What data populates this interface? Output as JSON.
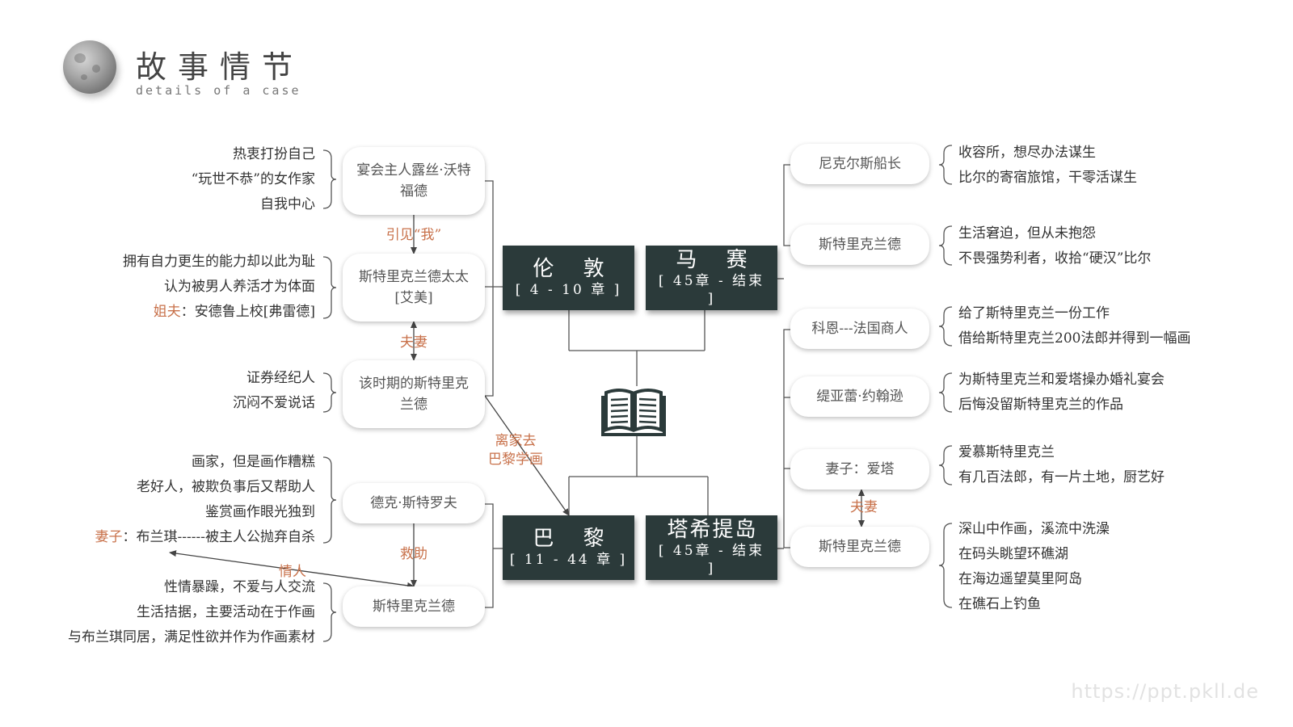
{
  "header": {
    "title": "故事情节",
    "subtitle": "details of a case"
  },
  "center": {
    "icon": "open-book-icon"
  },
  "locations": {
    "london": {
      "name": "伦 敦",
      "range": "[ 4 - 10 章 ]"
    },
    "paris": {
      "name": "巴 黎",
      "range": "[ 11 - 44 章 ]"
    },
    "marseille": {
      "name": "马 赛",
      "range": "[ 45章 - 结束 ]"
    },
    "tahiti": {
      "name": "塔希提岛",
      "range": "[ 45章 - 结束 ]"
    }
  },
  "left_nodes": {
    "rose": {
      "label": "宴会主人露丝·沃特福德",
      "desc": [
        "热衷打扮自己",
        "“玩世不恭”的女作家",
        "自我中心"
      ]
    },
    "mrs": {
      "label": "斯特里克兰德太太[艾美]",
      "desc": [
        "拥有自力更生的能力却以此为耻",
        "认为被男人养活才为体面"
      ],
      "desc_highlight": "姐夫",
      "desc_rest": "：安德鲁上校[弗雷德]"
    },
    "strickland_london": {
      "label": "该时期的斯特里克兰德",
      "desc": [
        "证券经纪人",
        "沉闷不爱说话"
      ]
    },
    "dirk": {
      "label": "德克·斯特罗夫",
      "desc": [
        "画家，但是画作糟糕",
        "老好人，被欺负事后又帮助人",
        "鉴赏画作眼光独到"
      ],
      "desc_highlight": "妻子",
      "desc_rest": "：布兰琪------被主人公抛弃自杀"
    },
    "strickland_paris": {
      "label": "斯特里克兰德",
      "desc": [
        "性情暴躁，不爱与人交流",
        "生活拮据，主要活动在于作画",
        "与布兰琪同居，满足性欲并作为作画素材"
      ]
    }
  },
  "right_nodes": {
    "nichols": {
      "label": "尼克尔斯船长",
      "desc": [
        "收容所，想尽办法谋生",
        "比尔的寄宿旅馆，干零活谋生"
      ]
    },
    "strickland_marseille": {
      "label": "斯特里克兰德",
      "desc": [
        "生活窘迫，但从未抱怨",
        "不畏强势利者，收拾“硬汉”比尔"
      ]
    },
    "cohen": {
      "label": "科恩---法国商人",
      "desc": [
        "给了斯特里克兰一份工作",
        "借给斯特里克兰200法郎并得到一幅画"
      ]
    },
    "tiare": {
      "label": "缇亚蕾·约翰逊",
      "desc": [
        "为斯特里克兰和爱塔操办婚礼宴会",
        "后悔没留斯特里克兰的作品"
      ]
    },
    "ata": {
      "label": "妻子：爱塔",
      "desc": [
        "爱慕斯特里克兰",
        "有几百法郎，有一片土地，厨艺好"
      ]
    },
    "strickland_tahiti": {
      "label": "斯特里克兰德",
      "desc": [
        "深山中作画，溪流中洗澡",
        "在码头眺望环礁湖",
        "在海边遥望莫里阿岛",
        "在礁石上钓鱼"
      ]
    }
  },
  "relations": {
    "introduce": "引见“我”",
    "couple_left": "夫妻",
    "leave_home": [
      "离家去",
      "巴黎学画"
    ],
    "rescue": "救助",
    "lover": "情人",
    "couple_right": "夫妻"
  },
  "colors": {
    "dark_box": "#2b3a3a",
    "highlight": "#c8714a",
    "line": "#555555"
  },
  "watermark": "https://ppt.pkll.de"
}
